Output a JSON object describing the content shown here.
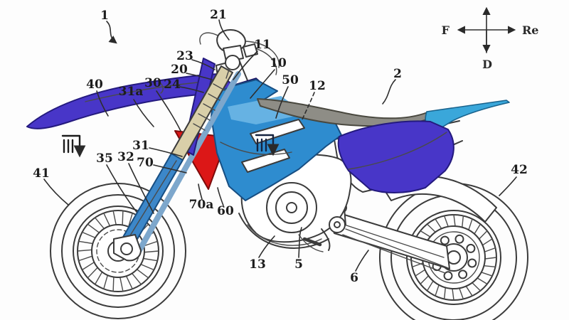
{
  "figure": {
    "kind": "patent-drawing",
    "subject": "motocross motorcycle side view with numbered parts"
  },
  "direction_indicator": {
    "front": "F",
    "rear": "Re",
    "down": "D"
  },
  "section_marker": {
    "glyph": "III"
  },
  "reference_labels": [
    {
      "text": "1"
    },
    {
      "text": "21"
    },
    {
      "text": "11"
    },
    {
      "text": "10"
    },
    {
      "text": "23"
    },
    {
      "text": "20"
    },
    {
      "text": "24"
    },
    {
      "text": "30"
    },
    {
      "text": "31a"
    },
    {
      "text": "40"
    },
    {
      "text": "50"
    },
    {
      "text": "12"
    },
    {
      "text": "2"
    },
    {
      "text": "31"
    },
    {
      "text": "35"
    },
    {
      "text": "32"
    },
    {
      "text": "70"
    },
    {
      "text": "41"
    },
    {
      "text": "70a"
    },
    {
      "text": "60"
    },
    {
      "text": "13"
    },
    {
      "text": "5"
    },
    {
      "text": "6"
    },
    {
      "text": "42"
    }
  ],
  "colors": {
    "body_violet": "#4836c8",
    "body_indigo": "#2e1f9e",
    "shroud_blue": "#2e8ccf",
    "shroud_blue_light": "#66b2e3",
    "tail_cyan": "#3aa7da",
    "seat_gray": "#8e8d86",
    "panel_red": "#dc1717",
    "fork_beige": "#d9cfa9",
    "fork_blue": "#3c87c9",
    "line": "#3b3b3b"
  }
}
